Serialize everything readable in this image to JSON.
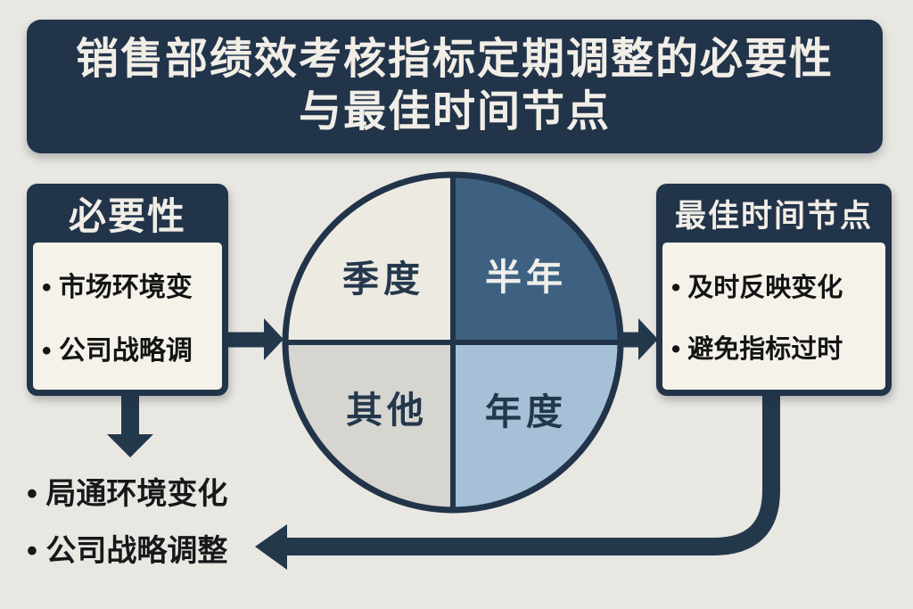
{
  "title": {
    "line1": "销售部绩效考核指标定期调整的必要性",
    "line2": "与最佳时间节点"
  },
  "left_box": {
    "header": "必要性",
    "items": [
      "• 市场环境变",
      "• 公司战略调"
    ]
  },
  "right_box": {
    "header": "最佳时间节点",
    "items": [
      "• 及时反映变化",
      "• 避免指标过时"
    ]
  },
  "pie": {
    "segments": [
      {
        "id": "quarterly",
        "label": "季度",
        "color": "#edeae2",
        "text_color": "#24384c"
      },
      {
        "id": "half-year",
        "label": "半年",
        "color": "#3e6181",
        "text_color": "#f0efeb"
      },
      {
        "id": "other",
        "label": "其他",
        "color": "#d7d5d0",
        "text_color": "#24384c"
      },
      {
        "id": "annual",
        "label": "年度",
        "color": "#a6c0d8",
        "text_color": "#24384c"
      }
    ]
  },
  "bottom_notes": {
    "items": [
      "• 局通环境变化",
      "• 公司战略调整"
    ]
  },
  "colors": {
    "background": "#e9e7e1",
    "banner": "#22344a",
    "banner_text": "#f1eee7",
    "box_body": "#f5f2ea",
    "arrow": "#24384c",
    "pie_border": "#22344a",
    "body_text": "#141414"
  }
}
